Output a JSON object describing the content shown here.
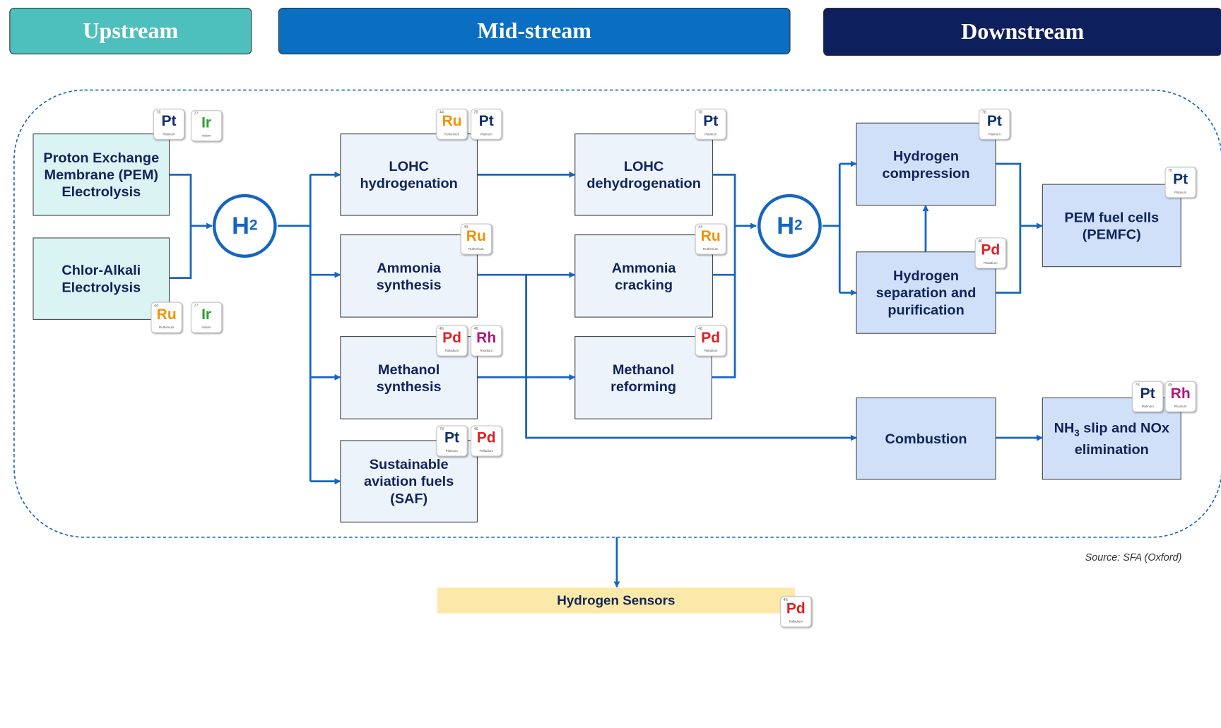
{
  "headers": {
    "upstream": "Upstream",
    "midstream": "Mid-stream",
    "downstream": "Downstream"
  },
  "colors": {
    "upstream": "#4dbfbc",
    "midstream": "#0a6fc2",
    "downstream": "#0d1f5c",
    "arrow": "#1565c0",
    "sensor_bg": "#fce9a9"
  },
  "hub": {
    "symbol": "H",
    "subscript": "2"
  },
  "processes": {
    "pem_electrolysis": "Proton Exchange\nMembrane (PEM)\nElectrolysis",
    "chlor_alkali": "Chlor-Alkali\nElectrolysis",
    "lohc_hydrogenation": "LOHC\nhydrogenation",
    "ammonia_synthesis": "Ammonia\nsynthesis",
    "methanol_synthesis": "Methanol\nsynthesis",
    "saf": "Sustainable\naviation fuels\n(SAF)",
    "lohc_dehydrogenation": "LOHC\ndehydrogenation",
    "ammonia_cracking": "Ammonia\ncracking",
    "methanol_reforming": "Methanol\nreforming",
    "hydrogen_compression": "Hydrogen\ncompression",
    "hydrogen_separation": "Hydrogen\nseparation and\npurification",
    "combustion": "Combustion",
    "pem_fuel_cells": "PEM fuel cells\n(PEMFC)",
    "nh3_prefix": "NH",
    "nh3_sub": "3",
    "nh3_rest": " slip and NOx",
    "nh3_line2": "elimination"
  },
  "sensors": "Hydrogen Sensors",
  "source": "Source: SFA (Oxford)",
  "elements": {
    "Pt": {
      "symbol": "Pt",
      "number": "78",
      "name": "Platinum",
      "color": "#0d2f6b"
    },
    "Ir": {
      "symbol": "Ir",
      "number": "77",
      "name": "Iridium",
      "color": "#2ca02c"
    },
    "Ru": {
      "symbol": "Ru",
      "number": "44",
      "name": "Ruthenium",
      "color": "#f39200"
    },
    "Pd": {
      "symbol": "Pd",
      "number": "46",
      "name": "Palladium",
      "color": "#e02020"
    },
    "Rh": {
      "symbol": "Rh",
      "number": "45",
      "name": "Rhodium",
      "color": "#b5147f"
    }
  }
}
